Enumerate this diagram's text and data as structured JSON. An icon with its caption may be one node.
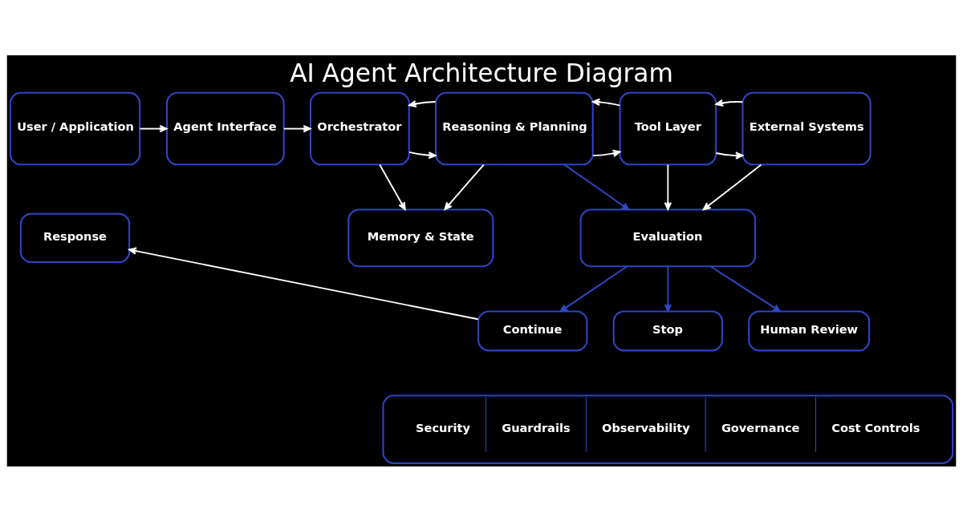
{
  "diagram": {
    "title": "AI Agent Architecture Diagram",
    "nodes": [
      {
        "text": [
          "User / Application"
        ]
      },
      {
        "text": [
          "Agent Interface"
        ]
      },
      {
        "text": [
          "Orchestrator"
        ]
      },
      {
        "text": [
          "Reasoning & Planning"
        ]
      },
      {
        "text": [
          "Tool Layer"
        ]
      },
      {
        "text": [
          "External Systems"
        ]
      },
      {
        "text": [
          "Response"
        ]
      },
      {
        "text": [
          "Memory & State"
        ]
      },
      {
        "text": [
          "Evaluation"
        ]
      },
      {
        "text": [
          "Continue"
        ]
      },
      {
        "text": [
          "Stop"
        ]
      },
      {
        "text": [
          "Human Review"
        ]
      },
      {
        "text": [
          "Security",
          "Guardrails",
          "Observability",
          "Governance",
          "Cost Controls"
        ]
      }
    ],
    "edges": [
      {
        "from": 0,
        "to": 1,
        "arrow": "to"
      },
      {
        "from": 1,
        "to": 2,
        "arrow": "to"
      },
      {
        "from": 2,
        "to": 3,
        "arrow": "to"
      },
      {
        "from": 3,
        "to": 2,
        "arrow": "to"
      },
      {
        "from": 3,
        "to": 4,
        "arrow": "to"
      },
      {
        "from": 4,
        "to": 3,
        "arrow": "to"
      },
      {
        "from": 4,
        "to": 5,
        "arrow": "to"
      },
      {
        "from": 5,
        "to": 4,
        "arrow": "to"
      },
      {
        "from": 2,
        "to": 7,
        "arrow": "to"
      },
      {
        "from": 3,
        "to": 7,
        "arrow": "to"
      },
      {
        "from": 3,
        "to": 8,
        "arrow": "to",
        "color": "#2f48c8"
      },
      {
        "from": 4,
        "to": 8,
        "arrow": "to"
      },
      {
        "from": 5,
        "to": 8,
        "arrow": "to"
      },
      {
        "from": 8,
        "to": 9,
        "arrow": "to",
        "color": "#2f48c8"
      },
      {
        "from": 8,
        "to": 10,
        "arrow": "to",
        "color": "#2f48c8"
      },
      {
        "from": 8,
        "to": 11,
        "arrow": "to",
        "color": "#2f48c8"
      },
      {
        "from": 9,
        "to": 6,
        "arrow": "to"
      }
    ]
  }
}
